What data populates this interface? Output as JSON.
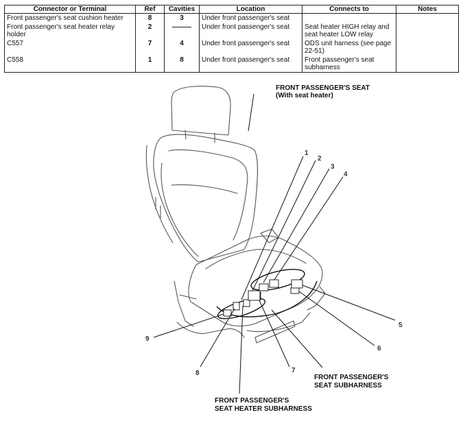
{
  "table": {
    "headers": [
      "Connector or Terminal",
      "Ref",
      "Cavities",
      "Location",
      "Connects to",
      "Notes"
    ],
    "rows": [
      {
        "connector": "Front passenger's seat cushion heater",
        "ref": "8",
        "cavities": "3",
        "location": "Under front passenger's seat",
        "connects_to": "",
        "notes": ""
      },
      {
        "connector": "Front passenger's seat heater relay holder",
        "ref": "2",
        "cavities": "",
        "location": "Under front passenger's seat",
        "connects_to": "Seat heater HIGH relay and seat heater LOW relay",
        "notes": ""
      },
      {
        "connector": "C557",
        "ref": "7",
        "cavities": "4",
        "location": "Under front passenger's seat",
        "connects_to": "ODS unit harness (see page 22-51)",
        "notes": ""
      },
      {
        "connector": "C558",
        "ref": "1",
        "cavities": "8",
        "location": "Under front passenger's seat",
        "connects_to": "Front passenger's seat subharness",
        "notes": ""
      }
    ]
  },
  "diagram": {
    "title_line1": "FRONT PASSENGER'S SEAT",
    "title_line2": "(With seat heater)",
    "subharness_line1": "FRONT PASSENGER'S",
    "subharness_line2": "SEAT SUBHARNESS",
    "heater_subharness_line1": "FRONT PASSENGER'S",
    "heater_subharness_line2": "SEAT HEATER SUBHARNESS",
    "numbers": [
      "1",
      "2",
      "3",
      "4",
      "5",
      "6",
      "7",
      "8",
      "9"
    ]
  }
}
